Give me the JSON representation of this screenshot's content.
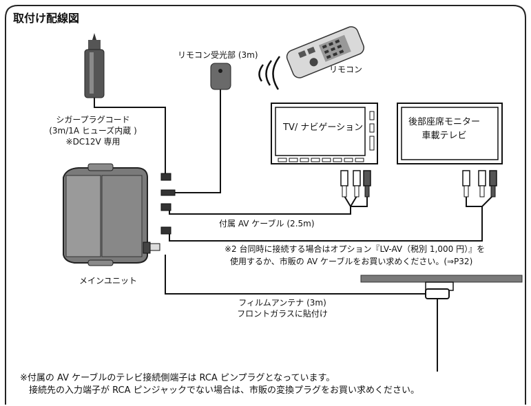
{
  "title": "取付け配線図",
  "labels": {
    "remote_receiver": "リモコン受光部 (3m)",
    "remote": "リモコン",
    "cigar_cord": [
      "シガープラグコード",
      "(3m/1A ヒューズ内蔵 )",
      "※DC12V 専用"
    ],
    "screen1": "TV/ ナビゲーション",
    "screen2": [
      "後部座席モニター",
      "車載テレビ"
    ],
    "av_cable": "付属 AV ケーブル (2.5m)",
    "option_note": [
      "※2 台同時に接続する場合はオプション『LV-AV（税別 1,000 円）』を",
      "使用するか、市販の AV ケーブルをお買い求めください。(⇒P32)"
    ],
    "main_unit": "メインユニット",
    "film_antenna": [
      "フィルムアンテナ (3m)",
      "フロントガラスに貼付け"
    ]
  },
  "footnote": [
    "※付属の AV ケーブルのテレビ接続側端子は RCA ピンプラグとなっています。",
    "　接続先の入力端子が RCA ピンジャックでない場合は、市販の変換プラグをお買い求めください。"
  ]
}
